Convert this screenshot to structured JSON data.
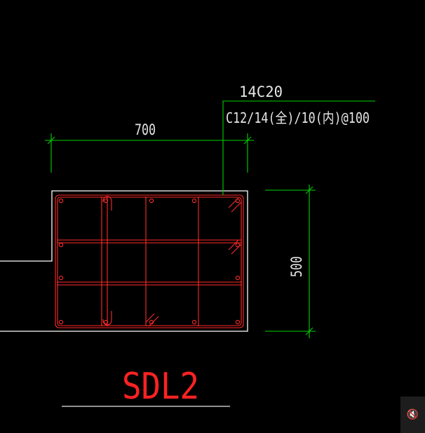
{
  "drawing": {
    "width_dimension": "700",
    "height_dimension": "500",
    "leader_label_top": "14C20",
    "leader_label_bottom": "C12/14(全)/10(内)@100",
    "section_title": "SDL2"
  },
  "colors": {
    "background": "#000000",
    "outline": "#ffffff",
    "rebar": "#ff2a2a",
    "dimension": "#00d200",
    "text": "#e6e6e6",
    "title": "#ff2222"
  },
  "icons": {
    "mute": "speaker-muted-icon"
  },
  "mute_glyph": "🔇"
}
